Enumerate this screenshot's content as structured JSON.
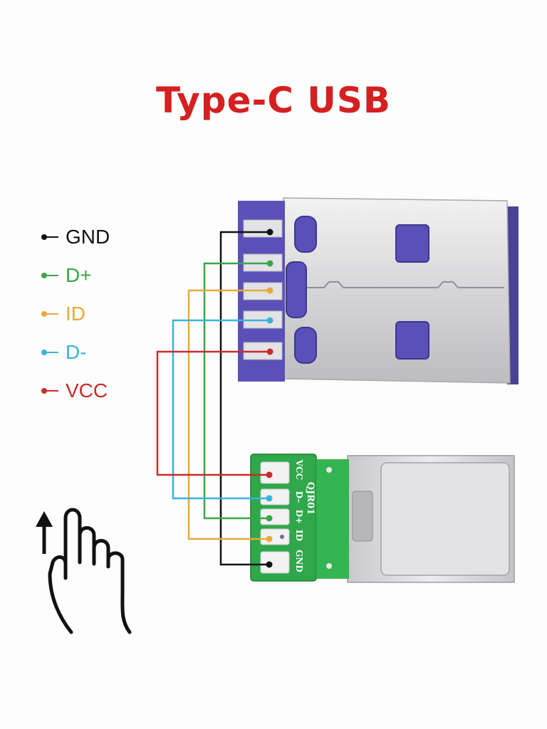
{
  "title": "Type-C USB",
  "colors": {
    "title": "#d42020",
    "GND": "#111111",
    "D+": "#3aa64a",
    "ID": "#e8a93a",
    "D-": "#38b4dc",
    "VCC": "#cc2a2a",
    "connector_purple": "#5a50b8",
    "pcb_green": "#2ea84a",
    "metal": "#d8d8da"
  },
  "legend": [
    {
      "label": "GND",
      "color": "#111111"
    },
    {
      "label": "D+",
      "color": "#3aa64a"
    },
    {
      "label": "ID",
      "color": "#e8a93a"
    },
    {
      "label": "D-",
      "color": "#38b4dc"
    },
    {
      "label": "VCC",
      "color": "#cc2a2a"
    }
  ],
  "pcb": {
    "brand": "QJR01",
    "pin_labels": [
      "VCC",
      "D–",
      "D+",
      "ID",
      "GND"
    ]
  },
  "icons": [
    "usb-a-connector-image",
    "usb-c-breakout-image",
    "hand-pointer-icon",
    "up-arrow-icon"
  ]
}
